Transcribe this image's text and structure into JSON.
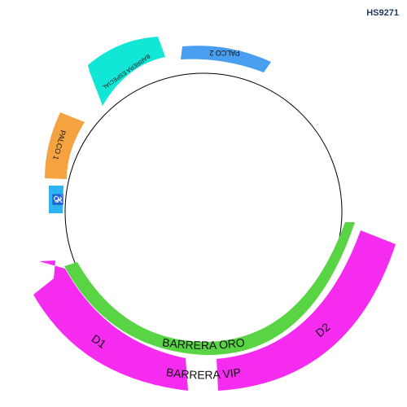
{
  "event_code": "HS9271",
  "colors": {
    "palco2": "#4a9ef0",
    "barrera_especial": "#12e6d6",
    "palco1": "#f5a341",
    "accessible": "#2bb4ef",
    "barrera_oro": "#58d444",
    "barrera_vip": "#f52cf0",
    "ring": "#000000"
  },
  "sections": {
    "palco2": "PALCO 2",
    "barrera_especial": "BARRERA ESPECIAL",
    "palco1": "PALCO 1",
    "accessible_icon": "wheelchair-icon",
    "accessible_glyph": "♿",
    "barrera_oro": "BARRERA ORO",
    "d1": "D1",
    "d2": "D2",
    "barrera_vip": "BARRERA VIP"
  }
}
